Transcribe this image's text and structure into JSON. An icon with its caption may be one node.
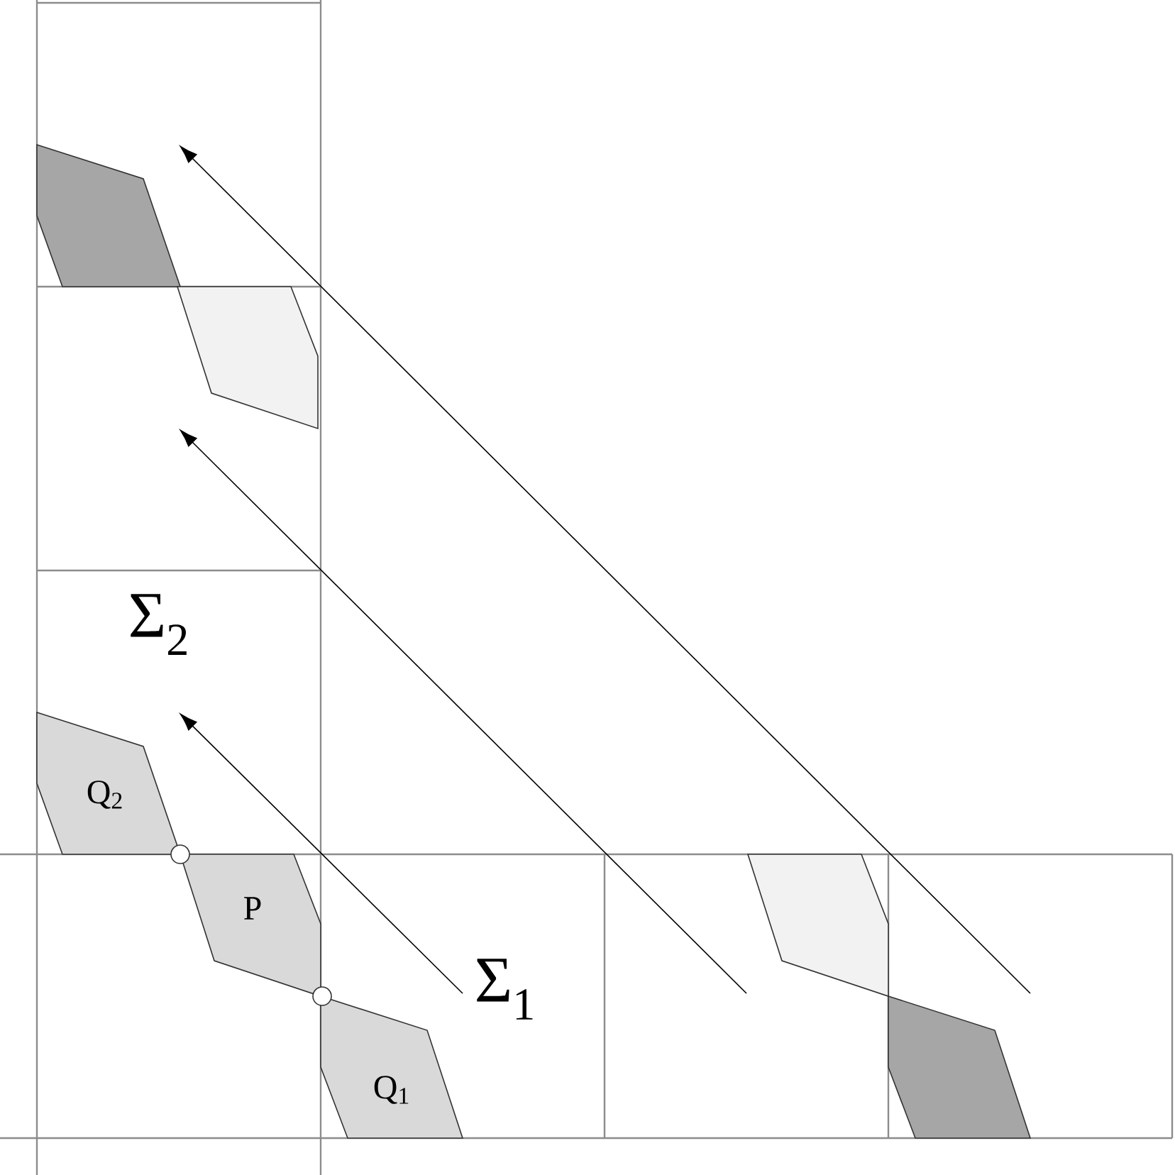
{
  "diagram": {
    "nodes": [
      {
        "text": [],
        "shape": "polygon"
      },
      {
        "text": [],
        "shape": "polygon"
      },
      {
        "text": [
          "Q$_{2}$"
        ]
      },
      {
        "text": [
          "P"
        ]
      },
      {
        "text": [],
        "shape": "polygon"
      },
      {
        "text": [
          "Q$_{1}$"
        ]
      },
      {
        "text": [],
        "shape": "polygon"
      }
    ],
    "labels": [
      "Σ$_{2}$",
      "Σ$_{1}$"
    ]
  }
}
